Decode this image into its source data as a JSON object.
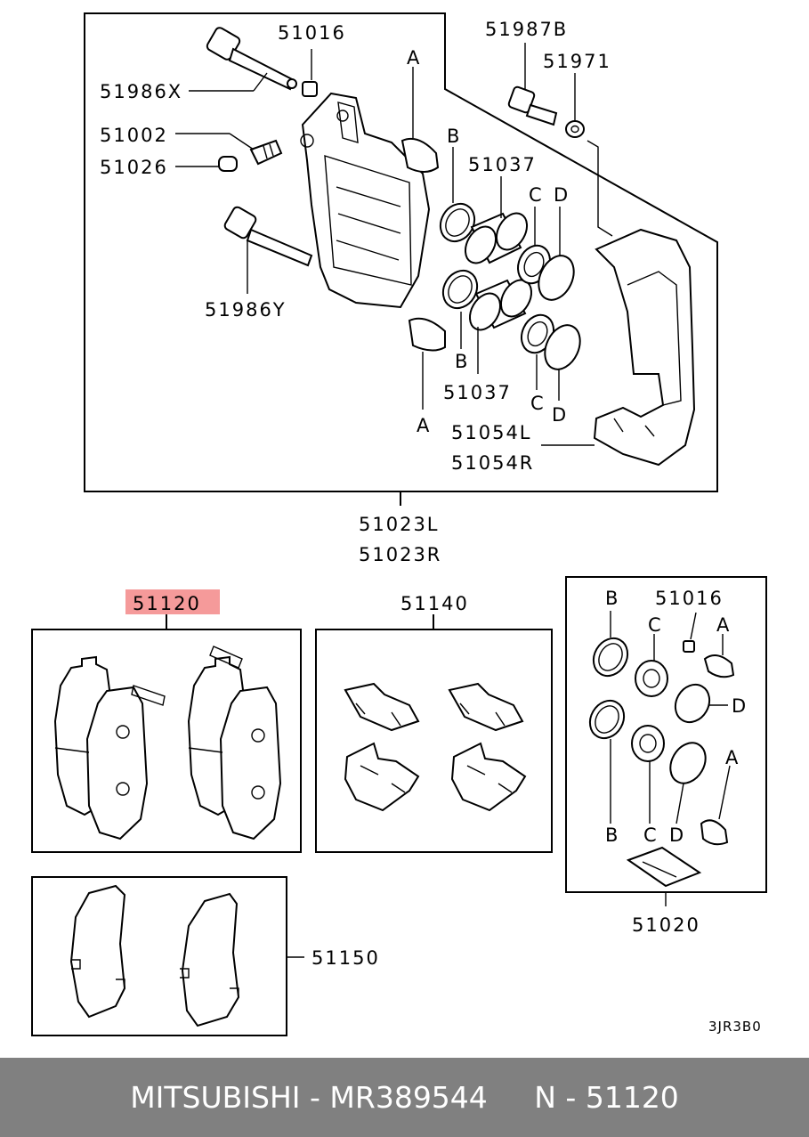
{
  "caliper_group": {
    "labels": {
      "p51016": "51016",
      "p51986x": "51986X",
      "p51002": "51002",
      "p51026": "51026",
      "p51986y": "51986Y",
      "a_top": "A",
      "b_top": "B",
      "p51037_top": "51037",
      "c_top": "C",
      "d_top": "D",
      "b_bot": "B",
      "p51037_bot": "51037",
      "c_bot": "C",
      "d_bot": "D",
      "a_bot": "A",
      "p51987b": "51987B",
      "p51971": "51971",
      "p51054l": "51054L",
      "p51054r": "51054R"
    },
    "assembly_left": "51023L",
    "assembly_right": "51023R"
  },
  "pad_kit": {
    "label": "51120",
    "highlight_color": "#f59a9a"
  },
  "clip_kit": {
    "label": "51140"
  },
  "shim_kit": {
    "label": "51150"
  },
  "seal_kit": {
    "label": "51020",
    "labels": {
      "b1": "B",
      "p51016": "51016",
      "c1": "C",
      "a1": "A",
      "d1": "D",
      "a2": "A",
      "b2": "B",
      "c2": "C",
      "d2": "D"
    }
  },
  "diagram_code": "3JR3B0",
  "footer": {
    "brand": "MITSUBISHI",
    "sep1": " - ",
    "part_number": "MR389544",
    "gap": "     ",
    "ref_prefix": "N - ",
    "ref_number": "51120"
  }
}
